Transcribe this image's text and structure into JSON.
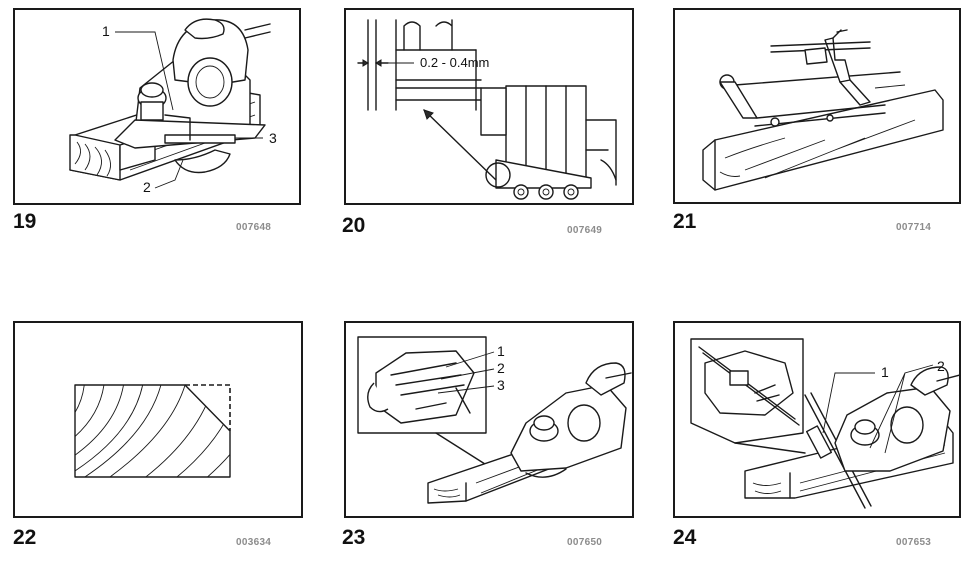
{
  "figures": [
    {
      "number": "19",
      "code": "007648",
      "callouts": [
        "1",
        "2",
        "3"
      ]
    },
    {
      "number": "20",
      "code": "007649",
      "measurement": "0.2 - 0.4mm"
    },
    {
      "number": "21",
      "code": "007714"
    },
    {
      "number": "22",
      "code": "003634"
    },
    {
      "number": "23",
      "code": "007650",
      "callouts": [
        "1",
        "2",
        "3"
      ]
    },
    {
      "number": "24",
      "code": "007653",
      "callouts": [
        "1",
        "2"
      ]
    }
  ],
  "icons": [
    "planer-rebate-illustration",
    "blade-clearance-detail",
    "edge-fence-illustration",
    "chamfer-cross-section",
    "chamfer-guide-illustration",
    "guide-fence-illustration"
  ]
}
